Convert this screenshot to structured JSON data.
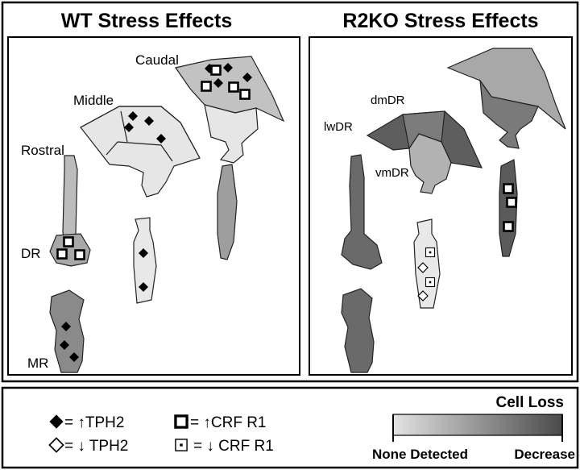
{
  "panels": {
    "wt": {
      "title": "WT Stress Effects",
      "labels": {
        "caudal": "Caudal",
        "middle": "Middle",
        "rostral": "Rostral",
        "dr": "DR",
        "mr": "MR"
      }
    },
    "r2ko": {
      "title": "R2KO Stress Effects",
      "labels": {
        "dmdr": "dmDR",
        "lwdr": "lwDR",
        "vmdr": "vmDR"
      }
    }
  },
  "legend": {
    "up_tph2": "= ↑TPH2",
    "down_tph2": "= ↓ TPH2",
    "up_crf": "= ↑CRF R1",
    "down_crf": "= ↓ CRF R1",
    "scale_title": "Cell Loss",
    "scale_low": "None Detected",
    "scale_high": "Decrease"
  },
  "colors": {
    "none_detected": "#e6e6e6",
    "light": "#c0c0c0",
    "mid": "#a0a0a0",
    "mid_dark": "#7e7e7e",
    "decrease": "#5a5a5a"
  }
}
